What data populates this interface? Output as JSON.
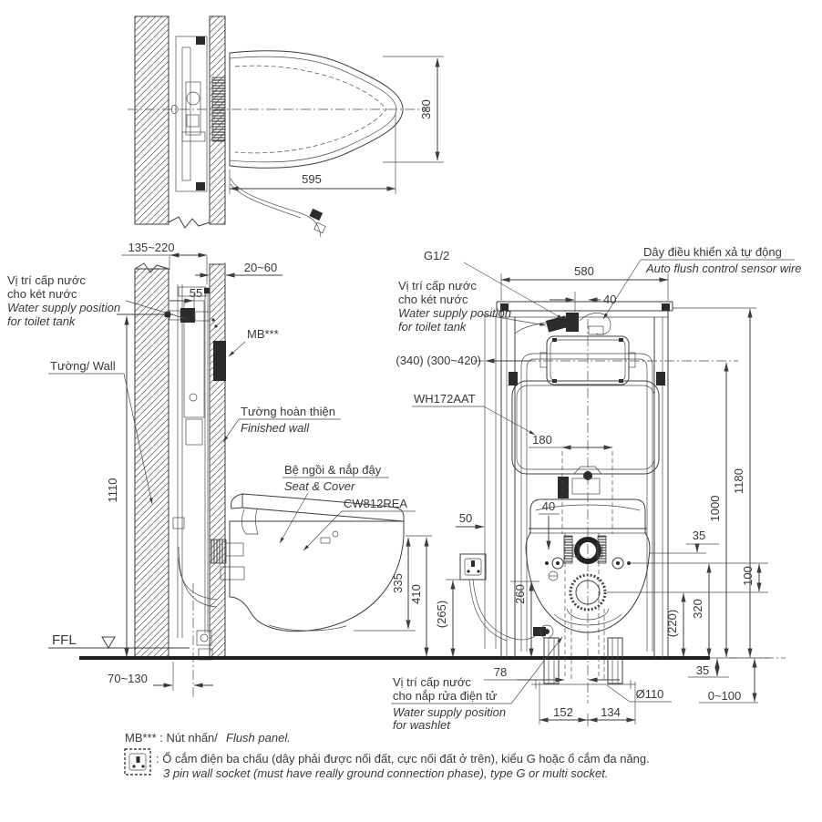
{
  "colors": {
    "line": "#3d3d3d",
    "text": "#383838",
    "background": "#ffffff"
  },
  "plan_view": {
    "dim_width": "595",
    "dim_depth": "380"
  },
  "section_view": {
    "dim_wall_range": "135~220",
    "dim_finish_range": "20~60",
    "dim_55": "55",
    "supply_tank_vi1": "Vị trí cấp nước",
    "supply_tank_vi2": "cho két nước",
    "supply_tank_en1": "Water supply position",
    "supply_tank_en2": "for toilet tank",
    "wall_label": "Tường/ Wall",
    "mb_ref": "MB***",
    "finished_wall_vi": "Tường hoàn thiện",
    "finished_wall_en": "Finished wall",
    "seat_cover_vi": "Bệ ngồi & nắp đậy",
    "seat_cover_en": "Seat & Cover",
    "bowl_model": "CW812REA",
    "dim_1110": "1110",
    "dim_335": "335",
    "dim_410": "410",
    "ffl_label": "FFL",
    "dim_floor_range": "70~130"
  },
  "front_view": {
    "supply_thread": "G1/2",
    "sensor_wire_vi": "Dây điều khiển xả tự động",
    "sensor_wire_en": "Auto flush control sensor wire",
    "dim_580": "580",
    "dim_40_offset": "40",
    "supply_tank_vi1": "Vị trí cấp nước",
    "supply_tank_vi2": "cho két nước",
    "supply_tank_en1": "Water supply position",
    "supply_tank_en2": "for toilet tank",
    "dim_depth_range": "(340) (300~420)",
    "tank_model": "WH172AAT",
    "dim_180": "180",
    "dim_40_bolt": "40",
    "dim_50": "50",
    "dim_35_upper": "35",
    "dim_100": "100",
    "dim_260": "260",
    "dim_265": "(265)",
    "dim_220": "(220)",
    "dim_320": "320",
    "dim_1000": "1000",
    "dim_1180": "1180",
    "dim_78": "78",
    "dim_35_floor": "35",
    "dim_floor_finish": "0~100",
    "dim_drain": "Ø110",
    "dim_152": "152",
    "dim_134": "134",
    "washlet_vi1": "Vị trí cấp nước",
    "washlet_vi2": "cho nắp rửa điện tử",
    "washlet_en1": "Water supply position",
    "washlet_en2": "for washlet"
  },
  "legend": {
    "mb_note_vi": "MB*** : Nút nhấn/",
    "mb_note_en": "Flush panel.",
    "socket_note_vi": ": Ổ cắm điện ba chấu (dây phải được nối đất, cực nối đất ở trên), kiểu G hoặc ổ cắm đa năng.",
    "socket_note_en": "3 pin wall socket (must have really ground connection phase), type G or multi socket."
  }
}
